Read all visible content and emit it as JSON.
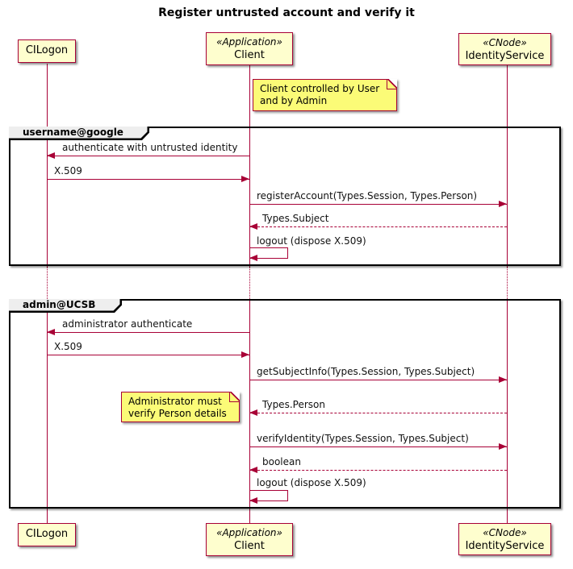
{
  "title": "Register untrusted account and verify it",
  "colors": {
    "participant_fill": "#FEFECE",
    "participant_border": "#A80036",
    "arrow": "#A80036",
    "note_fill": "#FBFB77",
    "frame_border": "#000000",
    "frame_tab_fill": "#EEEEEE"
  },
  "participants": {
    "cilogon": {
      "name": "CILogon"
    },
    "client": {
      "stereotype": "«Application»",
      "name": "Client"
    },
    "identity_service": {
      "stereotype": "«CNode»",
      "name": "IdentityService"
    }
  },
  "notes": [
    {
      "lines": [
        "Client controlled by User",
        "and by Admin"
      ]
    },
    {
      "lines": [
        "Administrator must",
        "verify Person details"
      ]
    }
  ],
  "frames": [
    {
      "label": "username@google",
      "messages": [
        {
          "label": "authenticate with untrusted identity",
          "from": "Client",
          "to": "CILogon",
          "line": "solid"
        },
        {
          "label": "X.509",
          "from": "CILogon",
          "to": "Client",
          "line": "solid"
        },
        {
          "label": "registerAccount(Types.Session, Types.Person)",
          "from": "Client",
          "to": "IdentityService",
          "line": "solid"
        },
        {
          "label": "Types.Subject",
          "from": "IdentityService",
          "to": "Client",
          "line": "dashed"
        },
        {
          "label": "logout (dispose X.509)",
          "from": "Client",
          "to": "Client",
          "line": "self"
        }
      ]
    },
    {
      "label": "admin@UCSB",
      "messages": [
        {
          "label": "administrator authenticate",
          "from": "Client",
          "to": "CILogon",
          "line": "solid"
        },
        {
          "label": "X.509",
          "from": "CILogon",
          "to": "Client",
          "line": "solid"
        },
        {
          "label": "getSubjectInfo(Types.Session, Types.Subject)",
          "from": "Client",
          "to": "IdentityService",
          "line": "solid"
        },
        {
          "label": "Types.Person",
          "from": "IdentityService",
          "to": "Client",
          "line": "dashed"
        },
        {
          "label": "verifyIdentity(Types.Session, Types.Subject)",
          "from": "Client",
          "to": "IdentityService",
          "line": "solid"
        },
        {
          "label": "boolean",
          "from": "IdentityService",
          "to": "Client",
          "line": "dashed"
        },
        {
          "label": "logout (dispose X.509)",
          "from": "Client",
          "to": "Client",
          "line": "self"
        }
      ]
    }
  ]
}
